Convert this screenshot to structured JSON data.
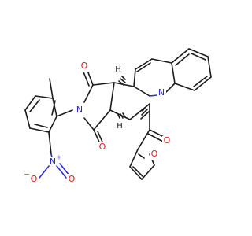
{
  "molecule": {
    "atom_labels": {
      "O_imide_top": "O",
      "O_imide_bottom": "O",
      "N_imide": "N",
      "N_quinoline": "N",
      "O_ketone": "O",
      "O_furan": "O",
      "N_nitro": "N",
      "N_nitro_charge": "+",
      "O_nitro_left": "O",
      "O_nitro_left_charge": "−",
      "O_nitro_right": "O",
      "H_top": "H",
      "H_mid": "H"
    }
  }
}
